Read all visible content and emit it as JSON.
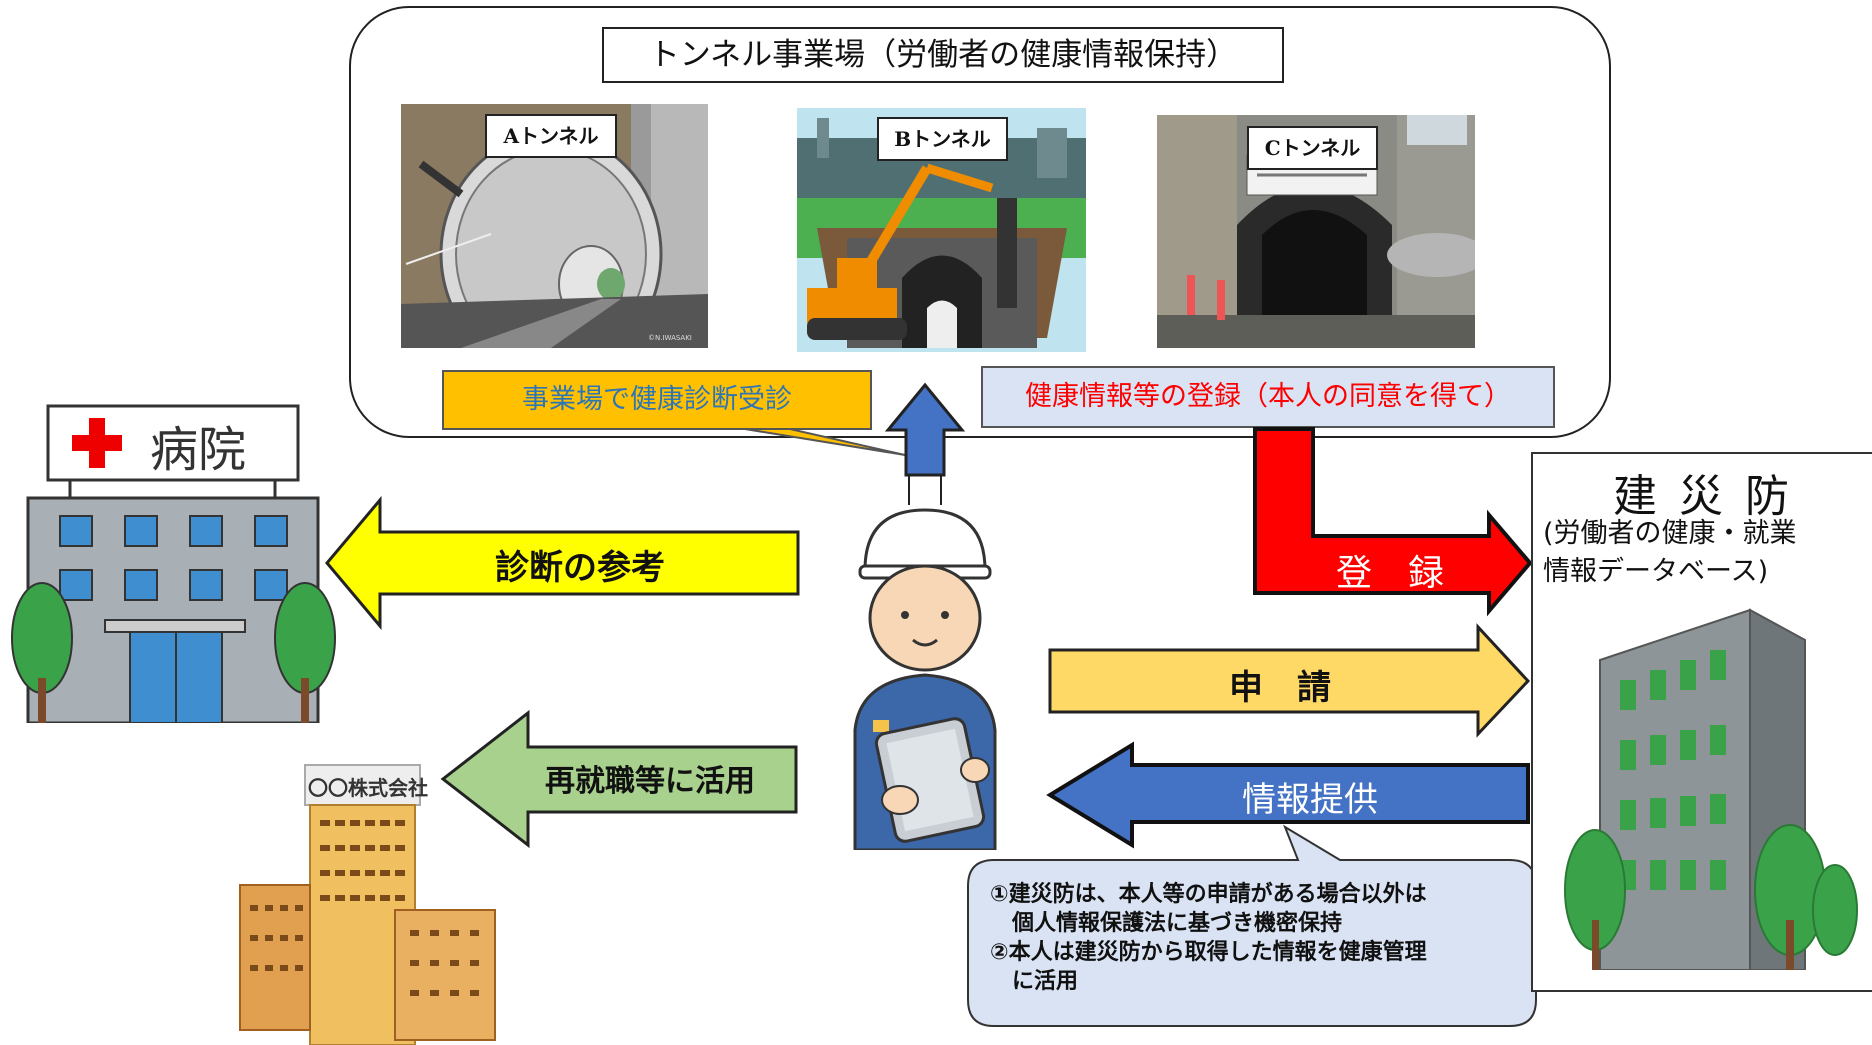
{
  "site": {
    "title": "トンネル事業場（労働者の健康情報保持）",
    "tunnels": [
      {
        "label": "Aトンネル"
      },
      {
        "label": "Bトンネル"
      },
      {
        "label": "Cトンネル"
      }
    ],
    "photo_credit": "©N.IWASAKI"
  },
  "labels": {
    "checkup": "事業場で健康診断受診",
    "register_info": "健康情報等の登録（本人の同意を得て）"
  },
  "hospital": {
    "sign": "病院"
  },
  "company": {
    "sign": "〇〇株式会社"
  },
  "arrows": {
    "diagnosis": "診断の参考",
    "reemployment": "再就職等に活用",
    "register": "登　録",
    "apply": "申　請",
    "provide": "情報提供"
  },
  "kensaibo": {
    "title": "建 災 防",
    "subtitle_line1": "(労働者の健康・就業",
    "subtitle_line2": "情報データベース)"
  },
  "callout": {
    "line1": "①建災防は、本人等の申請がある場合以外は",
    "line2": "　個人情報保護法に基づき機密保持",
    "line3": "②本人は建災防から取得した情報を健康管理",
    "line4": "　に活用"
  },
  "colors": {
    "yellow_arrow": "#ffff00",
    "green_arrow": "#a9d18e",
    "red_arrow": "#ff0000",
    "orange_arrow": "#ffd966",
    "blue_arrow": "#4472c4",
    "checkup_box": "#ffc000",
    "checkup_text": "#2e75b6",
    "register_box": "#dae3f3",
    "register_text": "#ff0000",
    "callout_fill": "#dae3f3"
  }
}
